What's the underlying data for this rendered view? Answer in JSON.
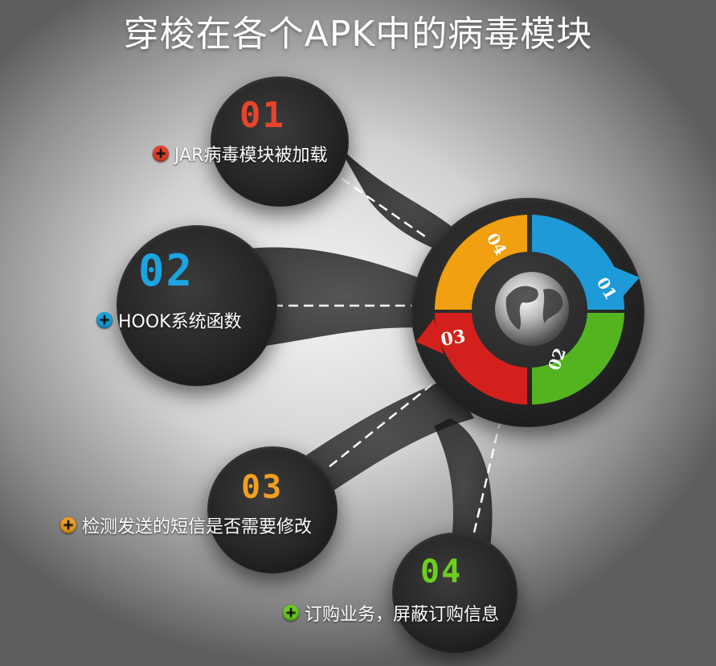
{
  "title": "穿梭在各个APK中的病毒模块",
  "center_ring": {
    "segments": [
      {
        "label": "01",
        "color": "#1e9ad8"
      },
      {
        "label": "02",
        "color": "#54b420"
      },
      {
        "label": "03",
        "color": "#d4201c"
      },
      {
        "label": "04",
        "color": "#f0a010"
      }
    ]
  },
  "nodes": [
    {
      "number": "01",
      "text": "JAR病毒模块被加载",
      "color": "#e8442c"
    },
    {
      "number": "02",
      "text": "HOOK系统函数",
      "color": "#1aa4e0"
    },
    {
      "number": "03",
      "text": "检测发送的短信是否需要修改",
      "color": "#f0a020"
    },
    {
      "number": "04",
      "text": "订购业务，屏蔽订购信息",
      "color": "#6ccf1c"
    }
  ]
}
